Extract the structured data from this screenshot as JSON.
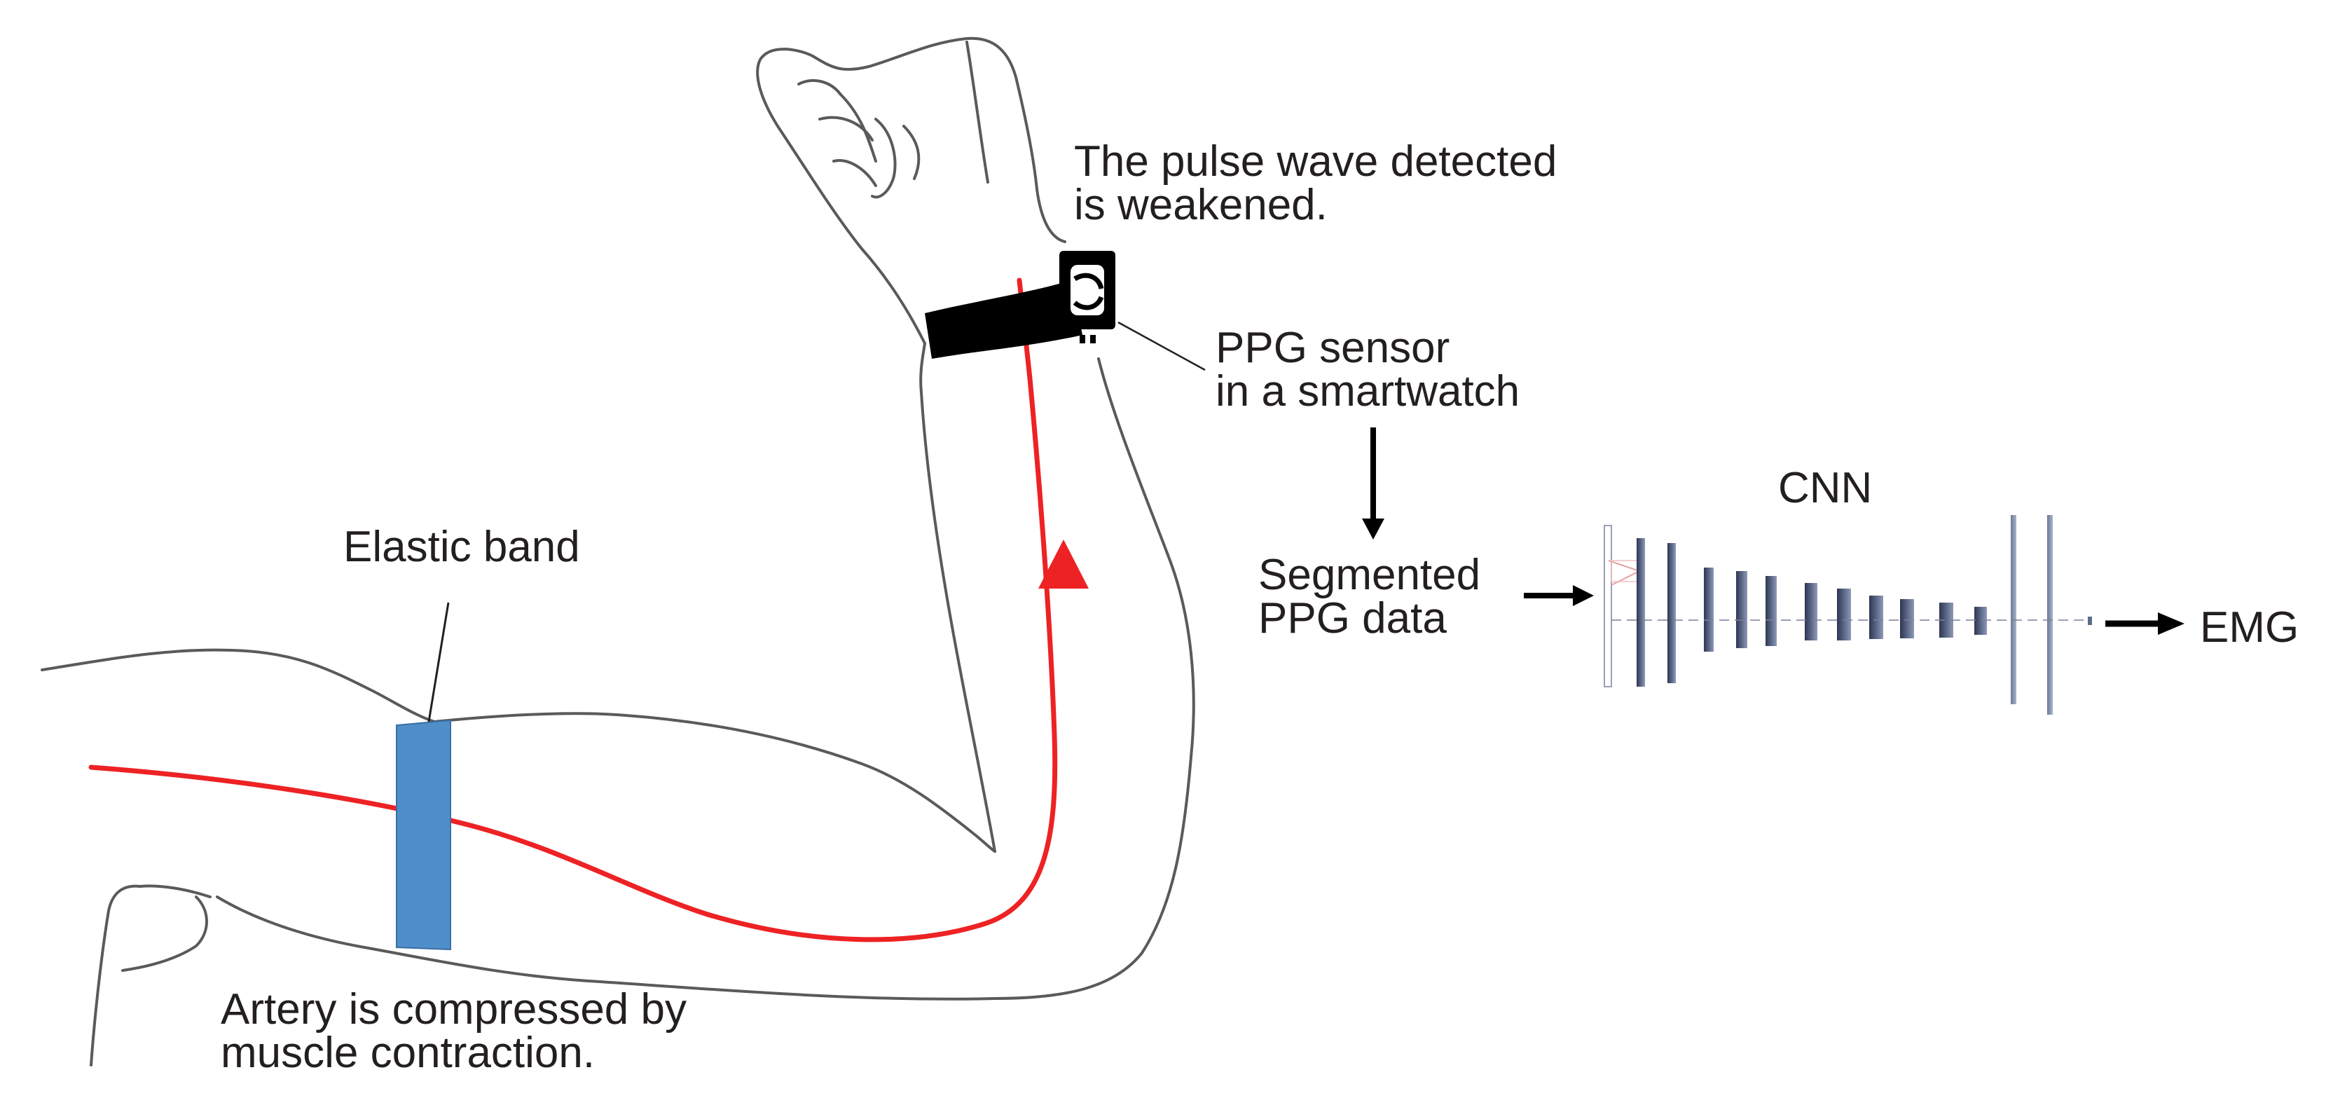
{
  "labels": {
    "pulse_wave": [
      "The pulse wave detected",
      "is weakened."
    ],
    "ppg_sensor": [
      "PPG sensor",
      "in a smartwatch"
    ],
    "elastic_band": "Elastic band",
    "artery": [
      "Artery is compressed by",
      "muscle contraction."
    ],
    "segmented": [
      "Segmented",
      "PPG data"
    ],
    "cnn": "CNN",
    "emg": "EMG"
  },
  "colors": {
    "artery": "#ed2224",
    "band": "#4f8ec9",
    "outline": "#5a5a5a",
    "watch": "#000000",
    "cnn_layer": "#4a5573",
    "text": "#231f20"
  },
  "icons": [
    "arm-sketch",
    "smartwatch-icon",
    "elastic-band",
    "artery-line",
    "flow-arrow",
    "cnn-network"
  ]
}
